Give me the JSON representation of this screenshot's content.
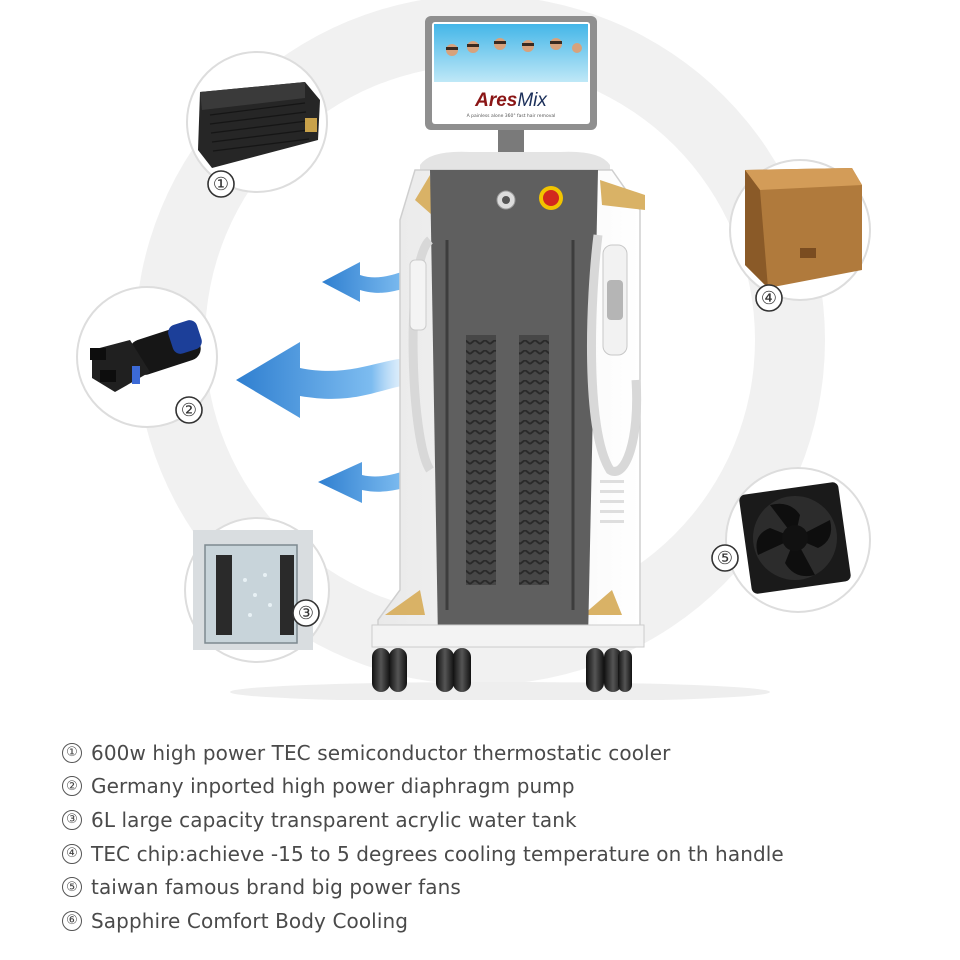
{
  "screen": {
    "brand_part1": "Ares",
    "brand_part2": "Mix",
    "tagline": "A painless alone 360° fast hair removal"
  },
  "callouts": [
    {
      "number": "①",
      "icon": "tec-cooler-block"
    },
    {
      "number": "②",
      "icon": "diaphragm-pump"
    },
    {
      "number": "③",
      "icon": "acrylic-water-tank"
    },
    {
      "number": "④",
      "icon": "tec-chip-handle"
    },
    {
      "number": "⑤",
      "icon": "cooling-fan"
    }
  ],
  "features": [
    {
      "number": "①",
      "text": "600w high power TEC semiconductor thermostatic cooler"
    },
    {
      "number": "②",
      "text": "Germany inported high power diaphragm pump"
    },
    {
      "number": "③",
      "text": "6L large capacity transparent acrylic water tank"
    },
    {
      "number": "④",
      "text": "TEC chip:achieve -15 to 5 degrees cooling temperature on th handle"
    },
    {
      "number": "⑤",
      "text": "taiwan famous brand big power fans"
    },
    {
      "number": "⑥",
      "text": "Sapphire Comfort Body Cooling"
    }
  ],
  "colors": {
    "machine_body": "#5f5f5f",
    "accent_gold": "#d9b266",
    "arrow_blue": "#3a8fd6",
    "text": "#4a4a4a"
  }
}
